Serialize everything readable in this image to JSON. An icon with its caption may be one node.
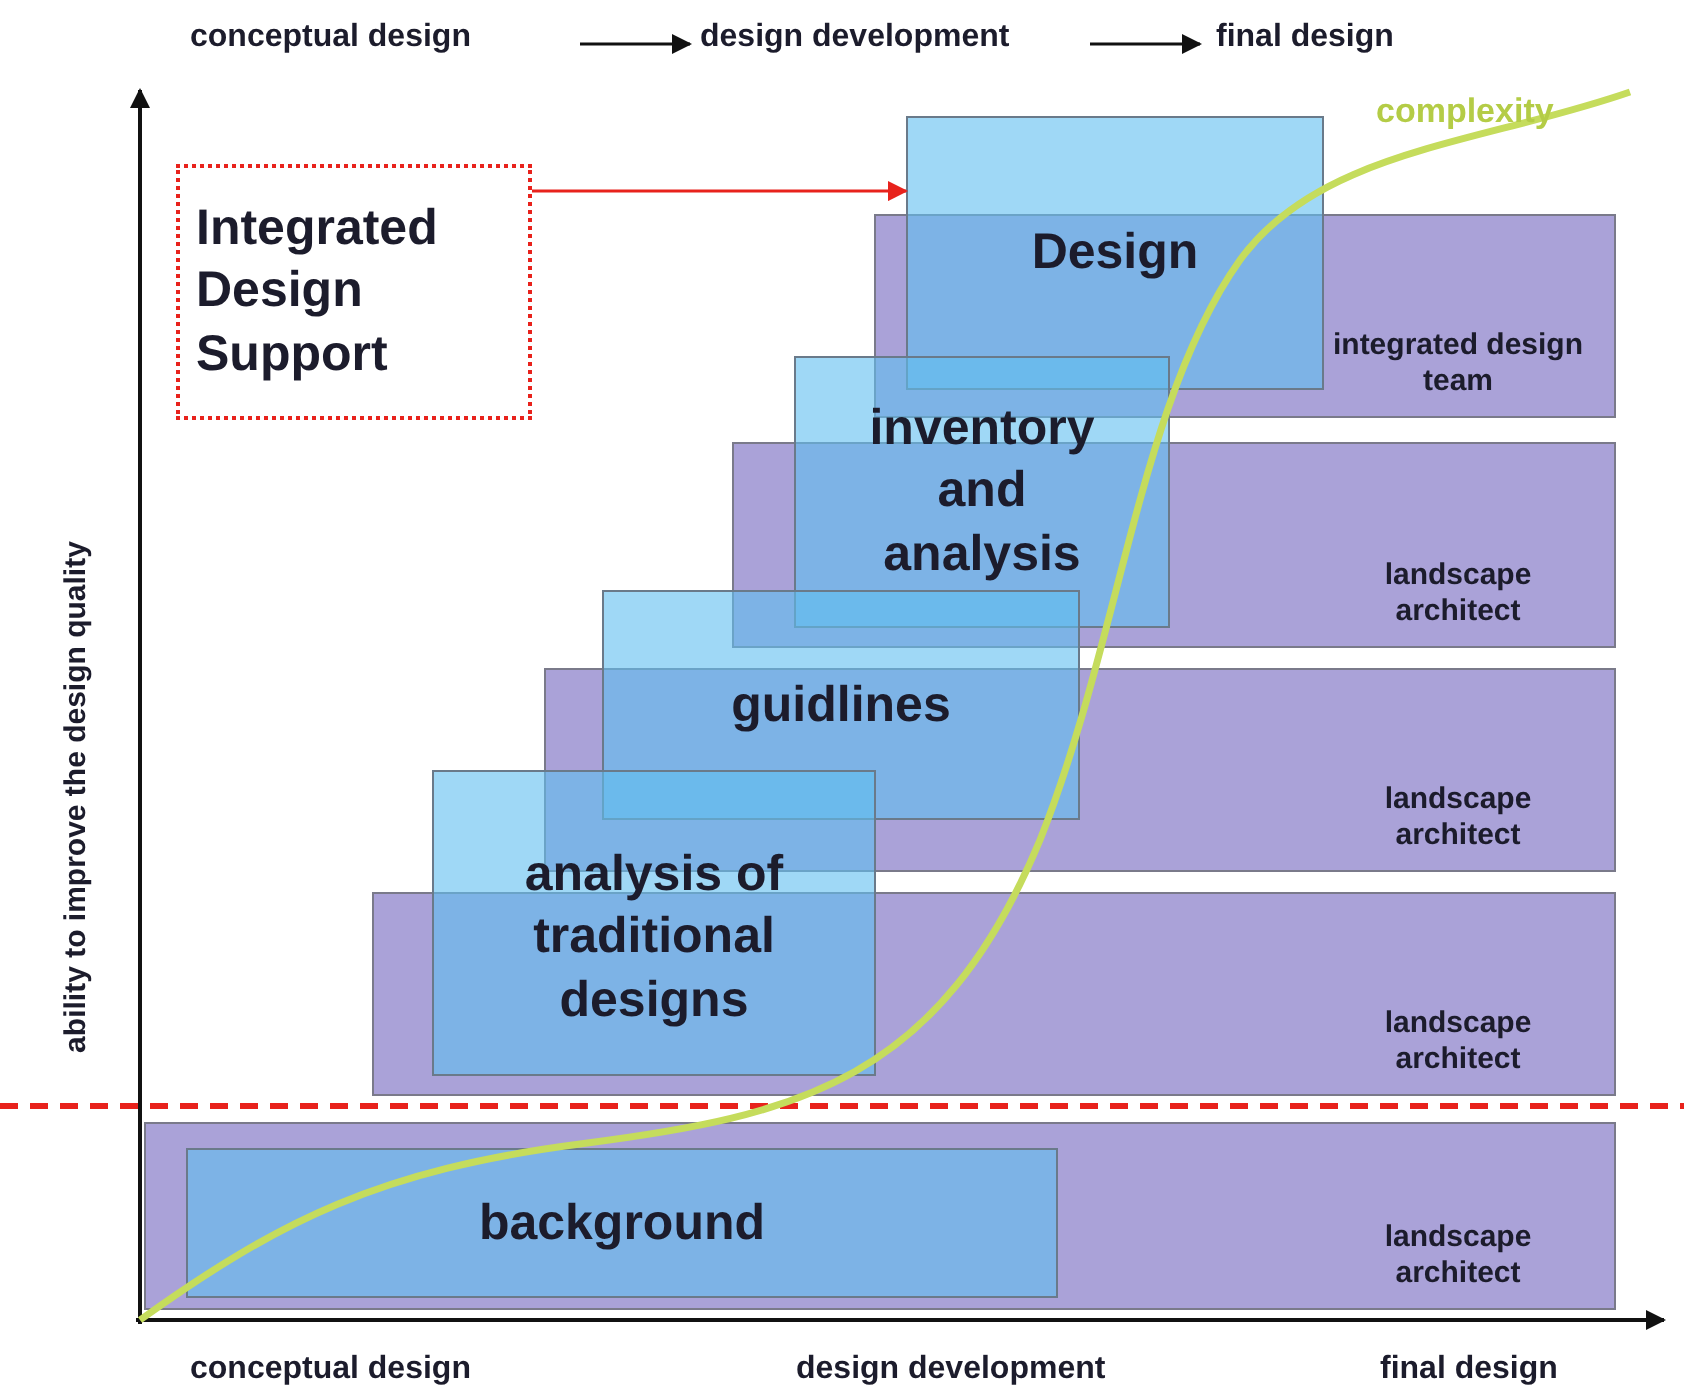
{
  "diagram": {
    "nodes": [
      {
        "text": [
          "Integrated Design Support"
        ]
      },
      {
        "text": [
          "integrated design team"
        ]
      },
      {
        "text": [
          "Design"
        ]
      },
      {
        "text": [
          "landscape architect"
        ]
      },
      {
        "text": [
          "inventory and analysis"
        ]
      },
      {
        "text": [
          "landscape architect"
        ]
      },
      {
        "text": [
          "guidlines"
        ]
      },
      {
        "text": [
          "landscape architect"
        ]
      },
      {
        "text": [
          "analysis of traditional designs"
        ]
      },
      {
        "text": [
          "landscape architect"
        ]
      },
      {
        "text": [
          "background"
        ],
        "in": 9
      }
    ],
    "edges": [
      {
        "from": 0,
        "to": 2,
        "arrow": "to",
        "color": "#e8221c"
      }
    ],
    "labels": [
      "conceptual design",
      "design development",
      "final design",
      "complexity",
      "ability to improve the design quality",
      "conceptual design",
      "design development",
      "final design"
    ]
  }
}
